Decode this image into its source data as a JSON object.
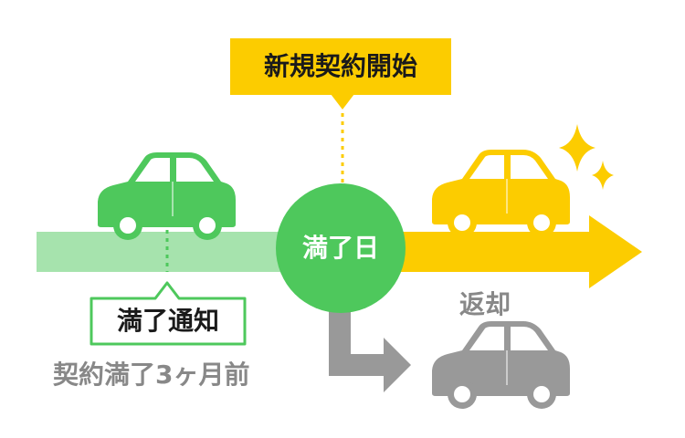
{
  "labels": {
    "new_contract": "新規契約開始",
    "expiry_day": "満了日",
    "expiry_notice": "満了通知",
    "three_months_before": "契約満了3ヶ月前",
    "return": "返却"
  },
  "icons": [
    "car-icon",
    "sparkle-icon",
    "arrow-icon"
  ],
  "colors": {
    "green": "#4ec85c",
    "light_green": "#a6e3ad",
    "yellow": "#fccc00",
    "gray": "#999999",
    "text_dark": "#1a1a1a",
    "text_gray": "#888888"
  }
}
